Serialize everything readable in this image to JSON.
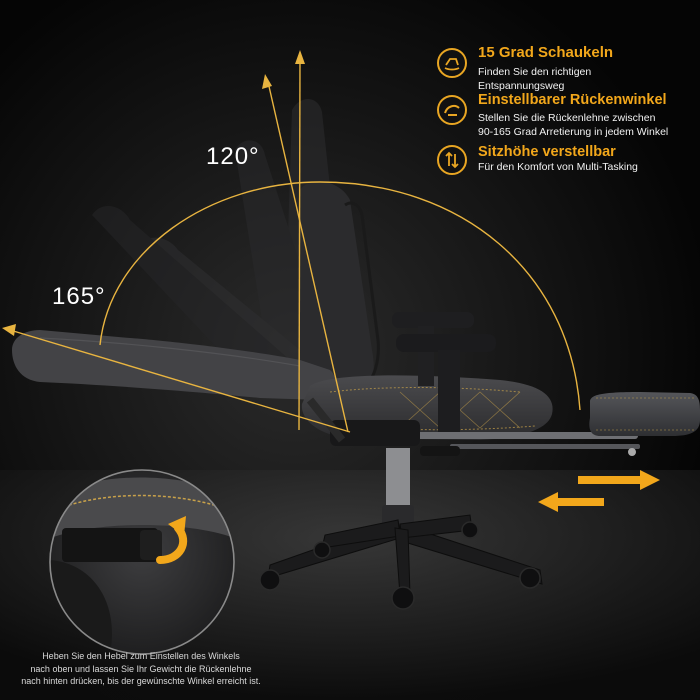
{
  "angles": {
    "upright": "120°",
    "reclined": "165°"
  },
  "features": [
    {
      "title": "15 Grad Schaukeln",
      "description": [
        "Finden Sie den richtigen",
        "Entspannungsweg"
      ],
      "icon": "rocking-icon"
    },
    {
      "title": "Einstellbarer Rückenwinkel",
      "description": [
        "Stellen Sie die Rückenlehne zwischen",
        "90-165 Grad Arretierung in jedem Winkel"
      ],
      "icon": "recline-icon"
    },
    {
      "title": "Sitzhöhe verstellbar",
      "description": [
        "Für den Komfort von Multi-Tasking"
      ],
      "icon": "height-icon"
    }
  ],
  "caption": [
    "Heben Sie den Hebel zum Einstellen des Winkels",
    "nach oben und lassen Sie Ihr Gewicht die Rückenlehne",
    "nach hinten drücken, bis der gewünschte Winkel erreicht ist."
  ],
  "colors": {
    "accent": "#f2a71b",
    "background": "#000000",
    "upholstery": "#3a3a3c",
    "stitching": "#c9a24a"
  }
}
